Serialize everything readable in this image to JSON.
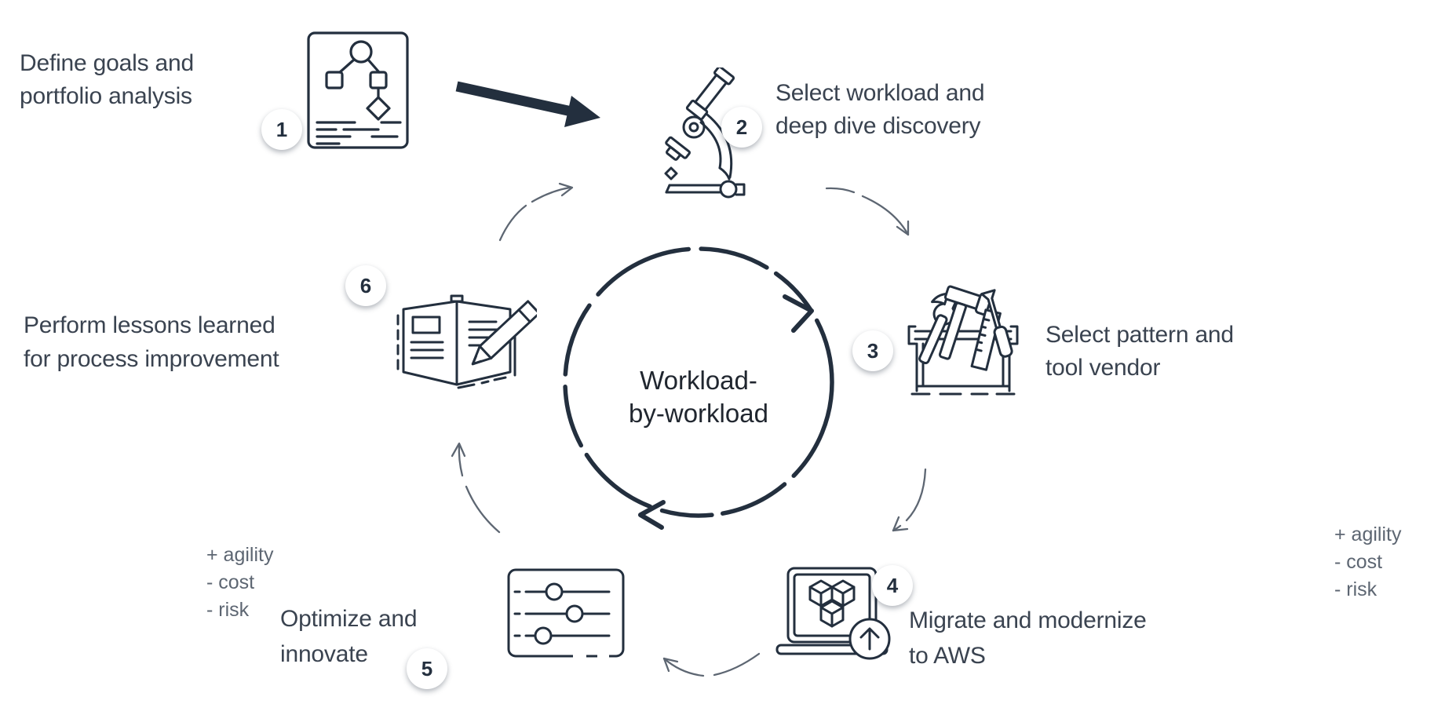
{
  "center": {
    "lines": [
      "Workload-",
      "by-workload"
    ]
  },
  "steps": [
    {
      "num": "1",
      "lines": [
        "Define goals and",
        "portfolio analysis"
      ],
      "icon": "document-flowchart-icon"
    },
    {
      "num": "2",
      "lines": [
        "Select workload and",
        "deep dive discovery"
      ],
      "icon": "microscope-icon"
    },
    {
      "num": "3",
      "lines": [
        "Select pattern and",
        "tool vendor"
      ],
      "icon": "toolbox-icon"
    },
    {
      "num": "4",
      "lines": [
        "Migrate and modernize",
        "to AWS"
      ],
      "icon": "laptop-upload-icon"
    },
    {
      "num": "5",
      "lines": [
        "Optimize and",
        "innovate"
      ],
      "icon": "sliders-icon"
    },
    {
      "num": "6",
      "lines": [
        "Perform lessons learned",
        "for process improvement"
      ],
      "icon": "open-book-pencil-icon"
    }
  ],
  "annotations": {
    "left": {
      "lines": [
        "+ agility",
        "- cost",
        "- risk"
      ]
    },
    "right": {
      "lines": [
        "+ agility",
        "- cost",
        "- risk"
      ]
    }
  },
  "colors": {
    "ink": "#232f3e",
    "text": "#3a4350",
    "muted": "#5d6672",
    "background": "#ffffff"
  }
}
